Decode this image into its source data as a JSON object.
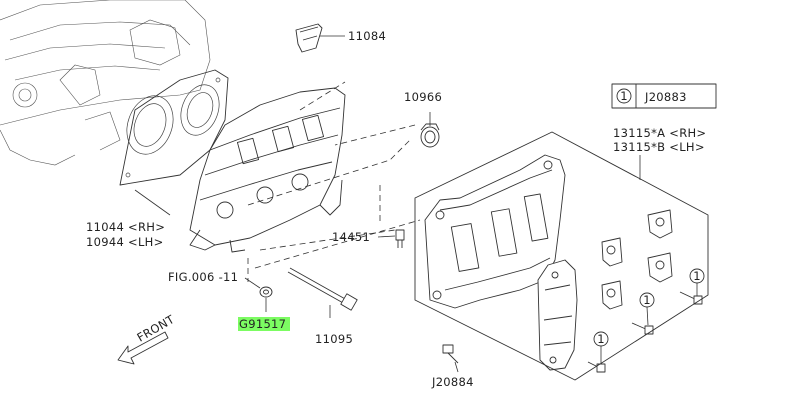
{
  "labels": {
    "p11084": "11084",
    "p10966": "10966",
    "legend_num": "1",
    "legend_code": "J20883",
    "p13115a": "13115*A <RH>",
    "p13115b": "13115*B <LH>",
    "p11044": "11044 <RH>",
    "p10944": "10944 <LH>",
    "p14451": "14451",
    "fig": "FIG.006 -11",
    "g91517": "G91517",
    "p11095": "11095",
    "j20884": "J20884",
    "front": "FRONT"
  },
  "callout_ref": "1",
  "highlight_color": "#7CFC62"
}
